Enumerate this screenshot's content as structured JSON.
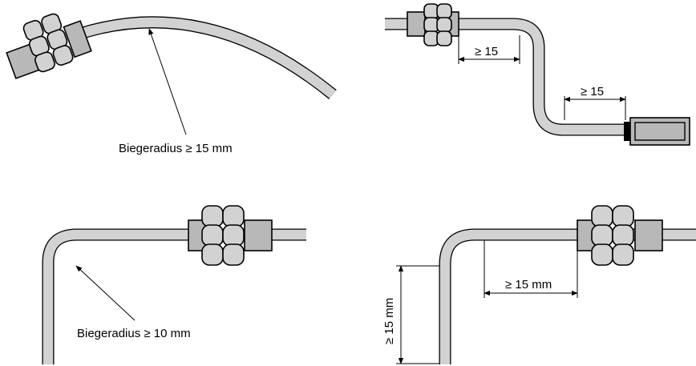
{
  "labels": {
    "radius_15": "Biegeradius ≥ 15 mm",
    "radius_10": "Biegeradius ≥ 10 mm",
    "dist_top_1": "≥ 15",
    "dist_top_2": "≥ 15",
    "dist_bottom_h": "≥ 15 mm",
    "dist_bottom_v": "≥ 15 mm"
  },
  "colors": {
    "cable_fill": "#d2d2d2",
    "nut_fill": "#d2d2d2",
    "sensor_fill": "#b8b8b8",
    "line": "#000000"
  }
}
